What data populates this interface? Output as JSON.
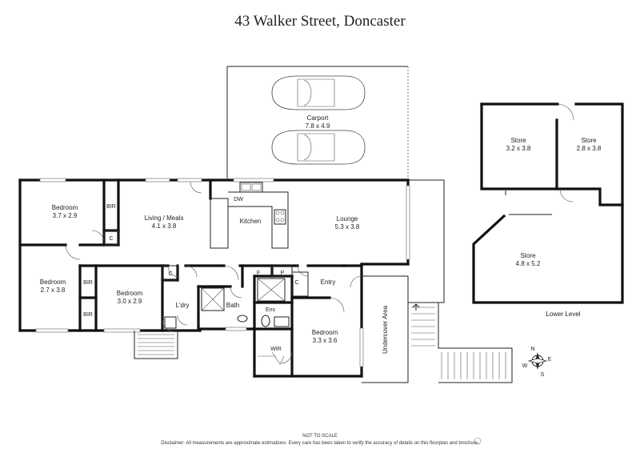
{
  "title": "43 Walker Street, Doncaster",
  "rooms": {
    "carport": {
      "name": "Carport",
      "dim": "7.8 x 4.9"
    },
    "bed1": {
      "name": "Bedroom",
      "dim": "3.7 x 2.9"
    },
    "living": {
      "name": "Living / Meals",
      "dim": "4.1 x 3.8"
    },
    "kitchen": {
      "name": "Kitchen"
    },
    "lounge": {
      "name": "Lounge",
      "dim": "5.3 x 3.8"
    },
    "bed2": {
      "name": "Bedroom",
      "dim": "2.7 x 3.8"
    },
    "bed3": {
      "name": "Bedroom",
      "dim": "3.0 x 2.9"
    },
    "ldry": {
      "name": "L'dry"
    },
    "bath": {
      "name": "Bath"
    },
    "entry": {
      "name": "Entry"
    },
    "ens": {
      "name": "Ens"
    },
    "wir": {
      "name": "WIR"
    },
    "bed4": {
      "name": "Bedroom",
      "dim": "3.3 x 3.6"
    },
    "undercover": {
      "name": "Undercover Area"
    },
    "store1": {
      "name": "Store",
      "dim": "3.2 x 3.8"
    },
    "store2": {
      "name": "Store",
      "dim": "2.8 x 3.8"
    },
    "store3": {
      "name": "Store",
      "dim": "4.8 x 5.2"
    }
  },
  "labels": {
    "bir": "BIR",
    "c": "C",
    "dw": "DW",
    "f": "F",
    "p": "P",
    "lower_level": "Lower Level"
  },
  "compass": {
    "n": "N",
    "e": "E",
    "s": "S",
    "w": "W"
  },
  "footer": {
    "not_to_scale": "NOT TO SCALE",
    "disclaimer": "Disclaimer: All measurements are approximate estimations. Every care has been taken to verify the accuracy of details on this floorplan and brochure."
  }
}
